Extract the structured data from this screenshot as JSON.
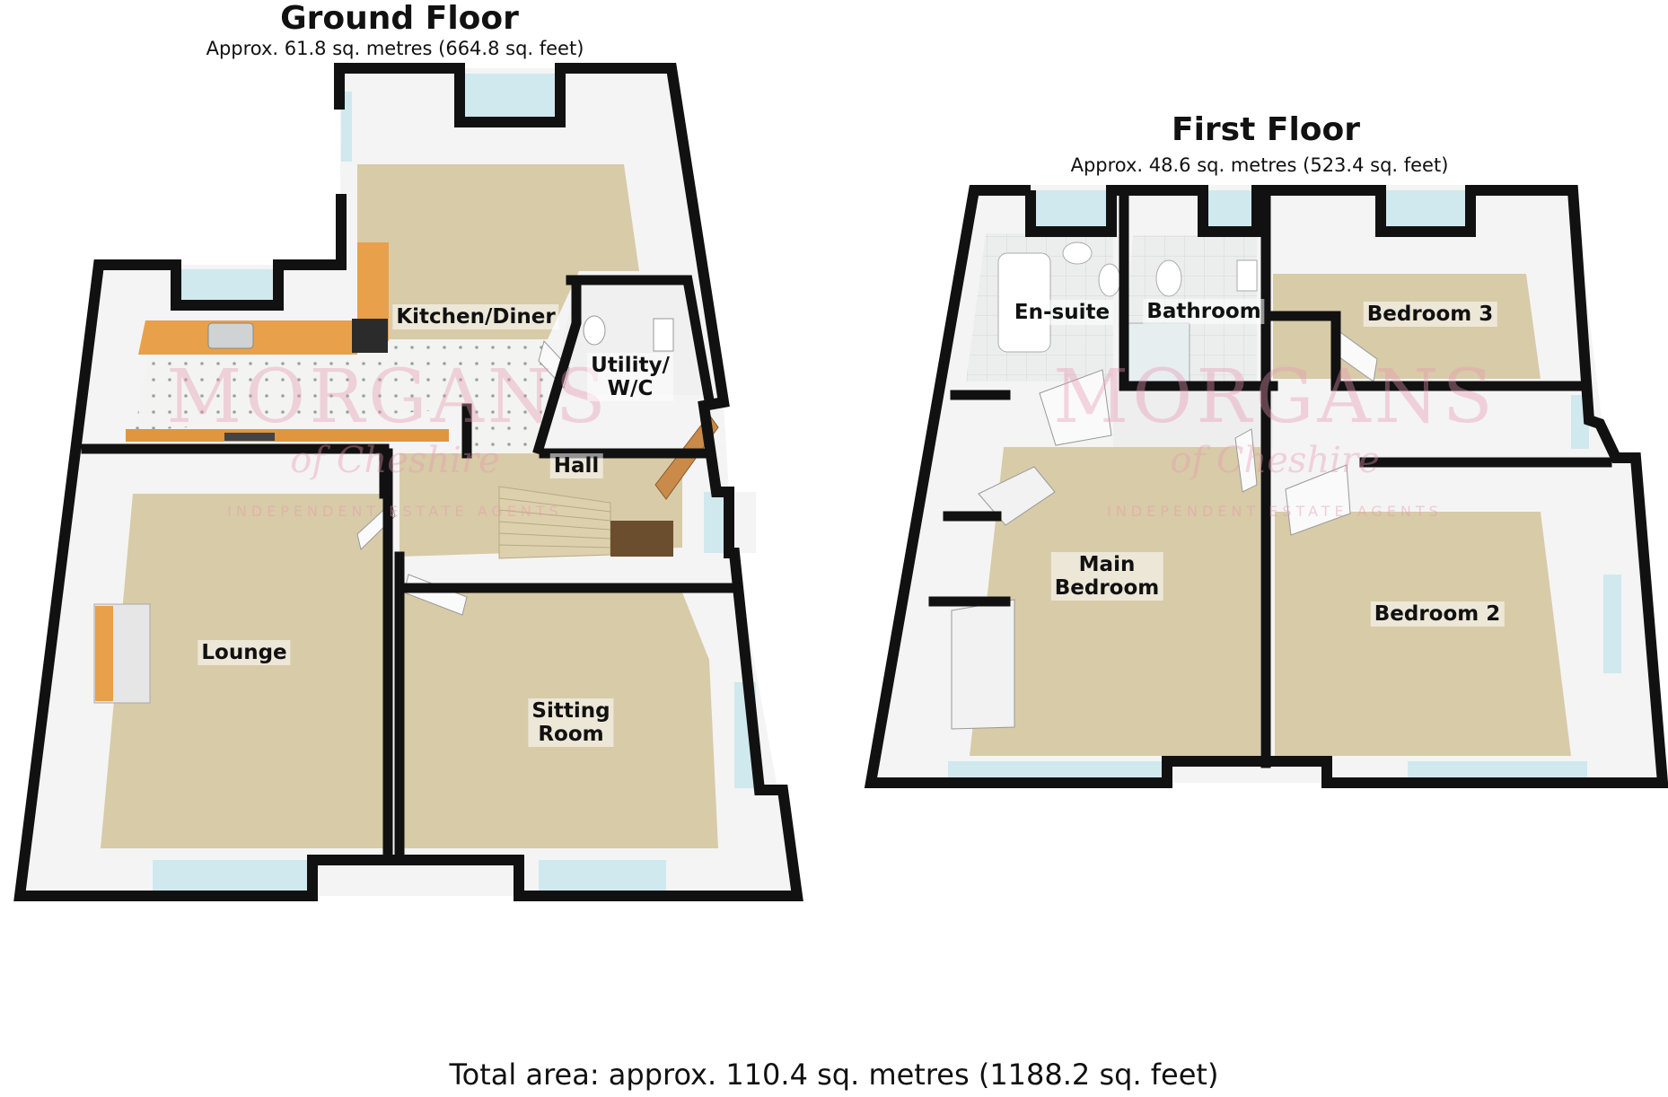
{
  "ground_floor": {
    "title": "Ground Floor",
    "area": "Approx. 61.8 sq. metres (664.8 sq. feet)",
    "rooms": {
      "kitchen": "Kitchen/Diner",
      "utility": "Utility/\nW/C",
      "hall": "Hall",
      "lounge": "Lounge",
      "sitting": "Sitting\nRoom"
    }
  },
  "first_floor": {
    "title": "First Floor",
    "area": "Approx. 48.6 sq. metres (523.4 sq. feet)",
    "rooms": {
      "ensuite": "En-suite",
      "bathroom": "Bathroom",
      "bedroom3": "Bedroom 3",
      "main": "Main\nBedroom",
      "bedroom2": "Bedroom 2"
    }
  },
  "total_area": "Total area: approx. 110.4 sq. metres (1188.2 sq. feet)",
  "watermark": {
    "brand": "MORGANS",
    "script": "of Cheshire",
    "tagline": "INDEPENDENT ESTATE AGENTS"
  },
  "colors": {
    "wall": "#111111",
    "carpet": "#d8cba8",
    "wall_inner": "#f4f4f4",
    "worktop": "#e8a04a",
    "window": "#cfe9ee",
    "tile": "#eef0ee",
    "watermark": "#e896af"
  }
}
